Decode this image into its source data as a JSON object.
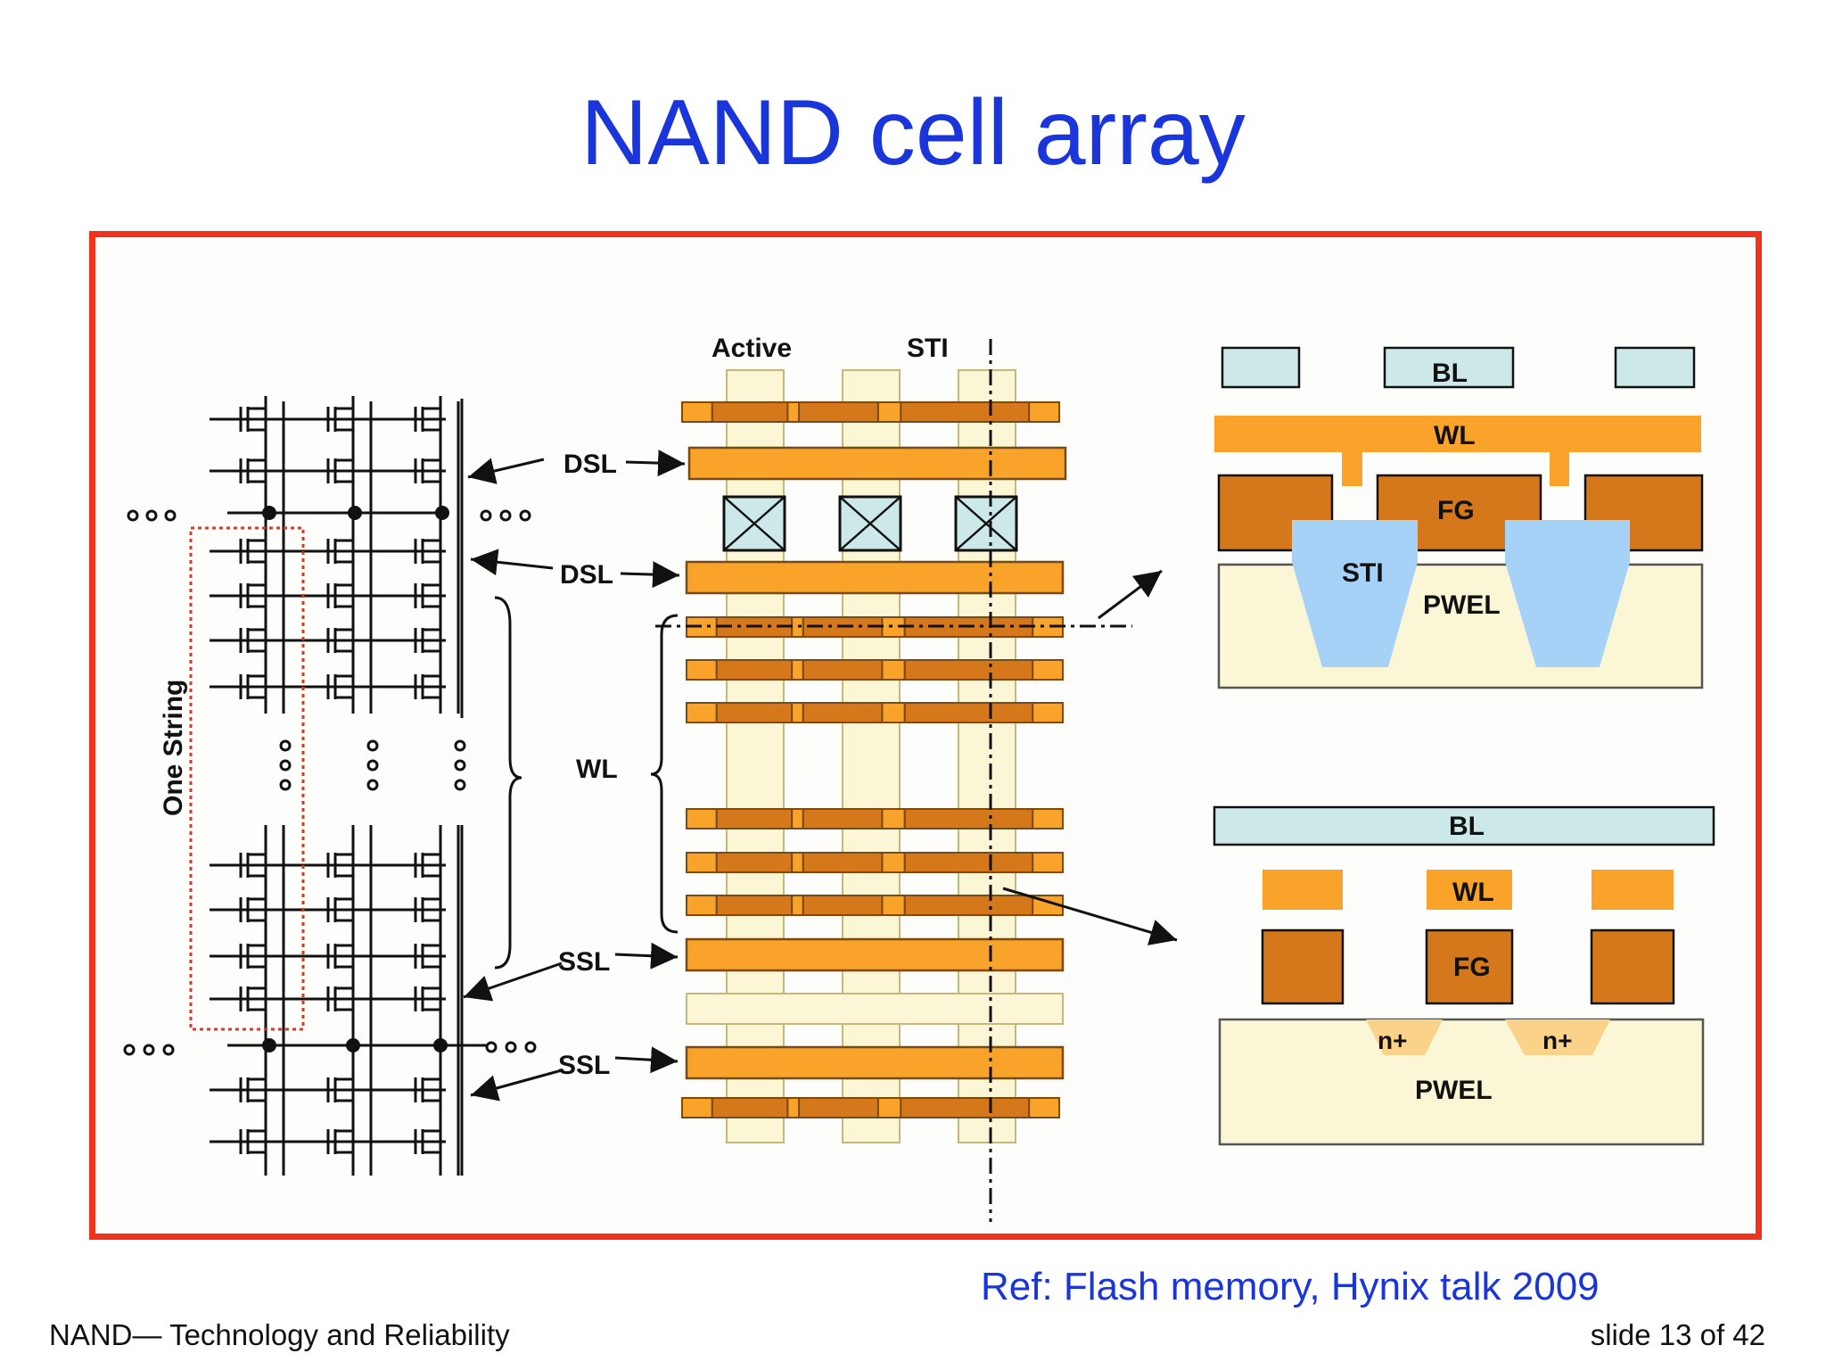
{
  "slide": {
    "title": "NAND cell array",
    "reference": "Ref: Flash memory, Hynix talk 2009",
    "footer_left": "NAND— Technology and Reliability",
    "footer_right": "slide 13 of 42"
  },
  "diagram": {
    "schematic": {
      "one_string_label": "One String",
      "dots_label": "o o o"
    },
    "layout": {
      "active_label": "Active",
      "sti_label": "STI",
      "dsl_label": "DSL",
      "wl_label": "WL",
      "ssl_label": "SSL"
    },
    "cross_section_top": {
      "bl_label": "BL",
      "wl_label": "WL",
      "fg_label": "FG",
      "sti_label": "STI",
      "pwel_label": "PWEL"
    },
    "cross_section_bottom": {
      "bl_label": "BL",
      "wl_label": "WL",
      "fg_label": "FG",
      "nplus_label": "n+",
      "pwel_label": "PWEL"
    }
  },
  "colors": {
    "title": "#1a35d9",
    "frame": "#f0321e",
    "light_orange": "#f9a32a",
    "dark_orange": "#d4781b",
    "active": "#fbf6d6",
    "bl": "#cde8e8",
    "sti": "#a6d2f8",
    "nplus": "#fbd28a"
  }
}
